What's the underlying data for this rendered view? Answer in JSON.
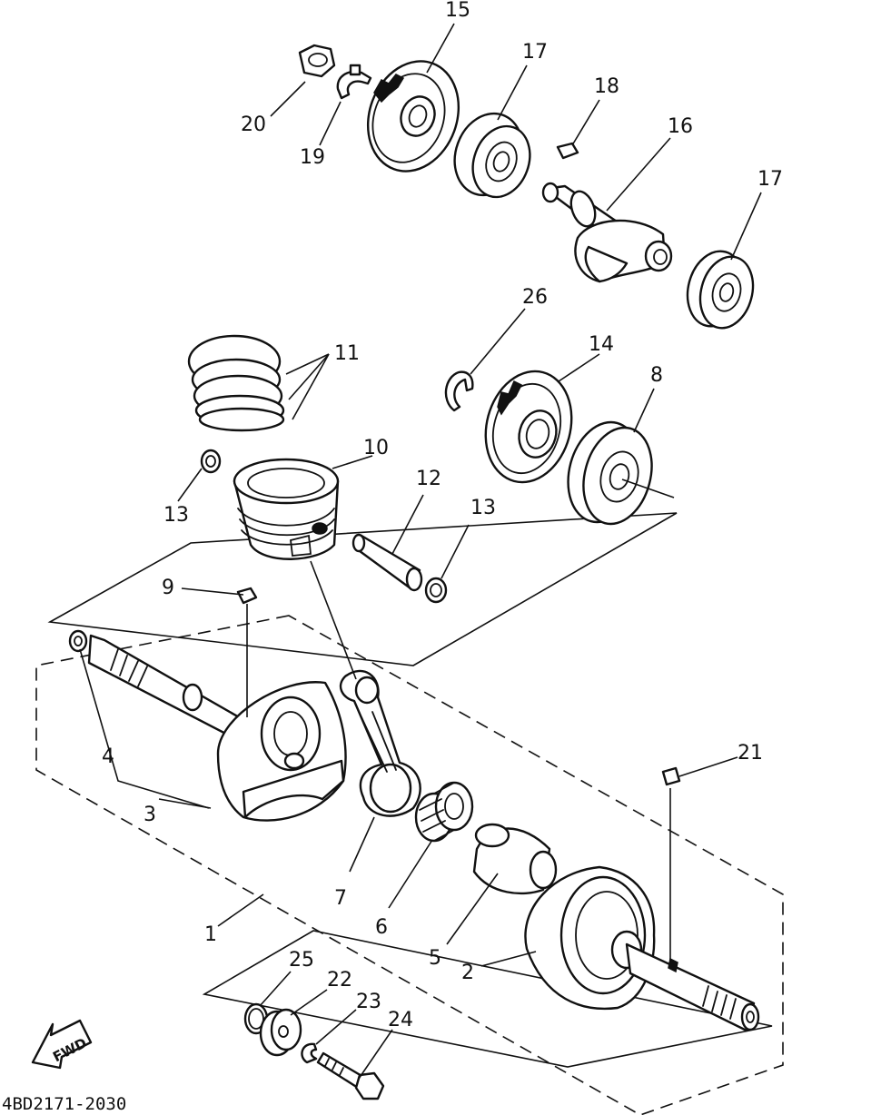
{
  "labels": {
    "p1": "1",
    "p2": "2",
    "p3": "3",
    "p4": "4",
    "p5": "5",
    "p6": "6",
    "p7": "7",
    "p8": "8",
    "p9": "9",
    "p10": "10",
    "p11": "11",
    "p12": "12",
    "p13a": "13",
    "p13b": "13",
    "p14": "14",
    "p15": "15",
    "p16": "16",
    "p17a": "17",
    "p17b": "17",
    "p18": "18",
    "p19": "19",
    "p20": "20",
    "p21": "21",
    "p22": "22",
    "p23": "23",
    "p24": "24",
    "p25": "25",
    "p26": "26"
  },
  "fwd_label": "FWD",
  "diagram_code": "4BD2171-2030"
}
